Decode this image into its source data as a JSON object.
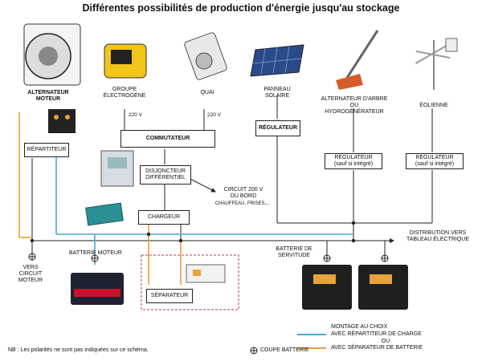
{
  "title": "Différentes possibilités de production d'énergie jusqu'au stockage",
  "colors": {
    "wire_dark": "#222222",
    "wire_blue": "#4aa9d6",
    "wire_orange": "#e8a23a",
    "separator_border": "#c0394b",
    "solar_panel": "#2a4a8a"
  },
  "sources": {
    "alternateur_moteur": "ALTERNATEUR\nMOTEUR",
    "groupe": "GROUPE\nÉLECTROGÈNE",
    "quai": "QUAI",
    "panneau": "PANNEAU\nSOLAIRE",
    "alternateur_arbre": "ALTERNATEUR D'ARBRE\nOU\nHYDROGÉNÉRATEUR",
    "eolienne": "ÉOLIENNE"
  },
  "voltages": {
    "groupe": "220 V",
    "quai": "220 V"
  },
  "boxes": {
    "repartiteur": "RÉPARTITEUR",
    "commutateur": "COMMUTATEUR",
    "regulateur_solaire": "RÉGULATEUR",
    "regulateur_arbre": "RÉGULATEUR\n(sauf si intégré)",
    "regulateur_eolienne": "RÉGULATEUR\n(sauf si intégré)",
    "disjoncteur": "DISJONCTEUR\nDIFFÉRENTIEL",
    "chargeur": "CHARGEUR",
    "separateur": "SÉPARATEUR"
  },
  "labels": {
    "circuit_bord": "CIRCUIT 200 V\nDU BORD",
    "circuit_bord_sub": "CHAUFFEAU, FRISES,...",
    "distribution": "DISTRIBUTION VERS\nTABLEAU ÉLECTRIQUE",
    "vers_circuit": "VERS\nCIRCUIT\nMOTEUR",
    "batterie_moteur": "BATTERIE MOTEUR",
    "batterie_servitude": "BATTERIE DE\nSERVITUDE"
  },
  "legend": {
    "title": "MONTAGE AU CHOIX",
    "blue": "AVEC RÉPARTITEUR DE CHARGE",
    "ou": "OU",
    "orange": "AVEC SÉPARATEUR DE BATTERIE"
  },
  "footnote": "NB : Les polarités ne sont pas indiquées sur ce schéma.",
  "coupe": "COUPE BATTERIE"
}
